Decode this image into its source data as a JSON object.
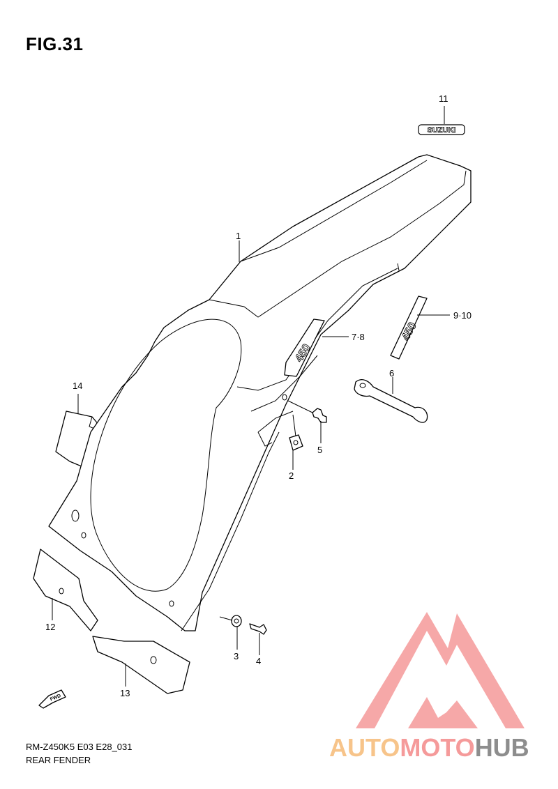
{
  "figure": {
    "title": "FIG.31"
  },
  "callouts": [
    {
      "id": "c1",
      "label": "1"
    },
    {
      "id": "c2",
      "label": "2"
    },
    {
      "id": "c3",
      "label": "3"
    },
    {
      "id": "c4",
      "label": "4"
    },
    {
      "id": "c5",
      "label": "5"
    },
    {
      "id": "c6",
      "label": "6"
    },
    {
      "id": "c78",
      "label": "7·8"
    },
    {
      "id": "c910",
      "label": "9·10"
    },
    {
      "id": "c11",
      "label": "11"
    },
    {
      "id": "c12",
      "label": "12"
    },
    {
      "id": "c13",
      "label": "13"
    },
    {
      "id": "c14",
      "label": "14"
    }
  ],
  "decals": {
    "brand": "SUZUKI",
    "model": "450",
    "direction": "FWD"
  },
  "footer": {
    "code": "RM-Z450K5  E03  E28_031",
    "name": "REAR FENDER"
  },
  "watermark": {
    "part1": "AUTO",
    "part2": "MOTO",
    "part3": "HUB",
    "colors": {
      "auto": "#f7c48a",
      "moto": "#f59a9a",
      "hub": "#8d8d8d",
      "logo": "#f59a9a"
    }
  }
}
